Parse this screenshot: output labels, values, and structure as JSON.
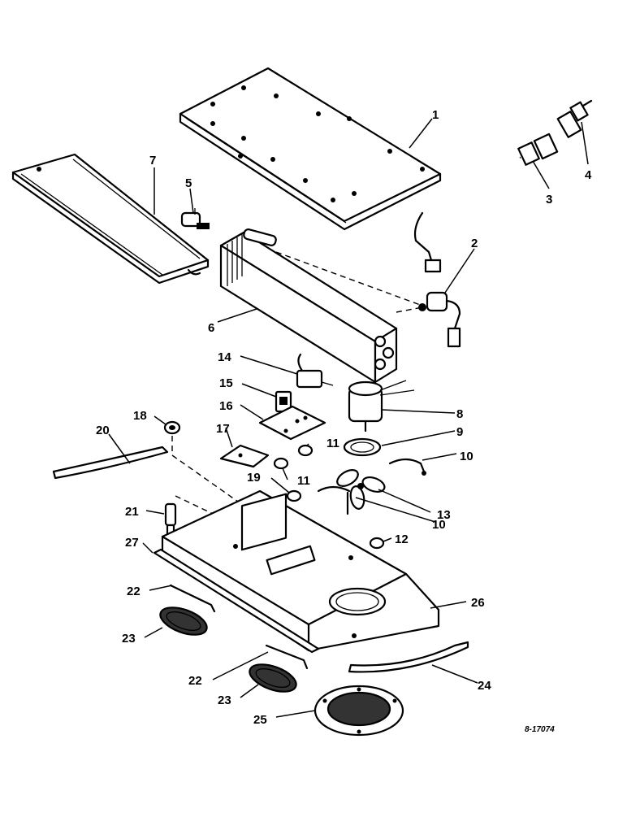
{
  "callouts": {
    "c1": "1",
    "c2": "2",
    "c3": "3",
    "c4": "4",
    "c5": "5",
    "c6": "6",
    "c7": "7",
    "c8": "8",
    "c9": "9",
    "c10a": "10",
    "c10b": "10",
    "c11a": "11",
    "c11b": "11",
    "c12": "12",
    "c13": "13",
    "c14": "14",
    "c15": "15",
    "c16": "16",
    "c17": "17",
    "c18": "18",
    "c19": "19",
    "c20": "20",
    "c21": "21",
    "c22a": "22",
    "c22b": "22",
    "c23a": "23",
    "c23b": "23",
    "c24": "24",
    "c25": "25",
    "c26": "26",
    "c27": "27"
  },
  "drawing_number": "8-17074",
  "colors": {
    "ink": "#000000",
    "paper": "#ffffff"
  }
}
